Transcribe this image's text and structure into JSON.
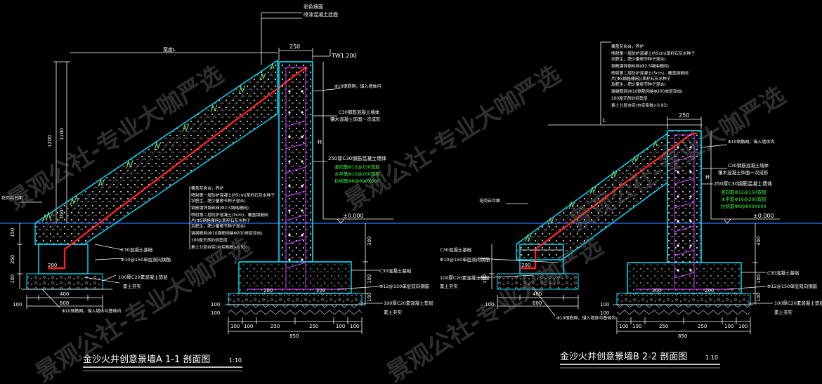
{
  "colors": {
    "background": "#000000",
    "structure": "#00e5ff",
    "rebar_main": "#ff2020",
    "rebar_stirrup": "#d040ff",
    "annotation": "#ffffff",
    "green_note": "#40ff40",
    "grass": "#7fe07f",
    "ground_line": "#2e74ff",
    "watermark": "#888888"
  },
  "watermark": "景观公社-专业大咖严选",
  "sectionA": {
    "title": "金沙火井创意景墙A 1-1 剖面图",
    "scale": "1:10",
    "top_notes": [
      "彩色镜面",
      "喷漆混凝土挂面"
    ],
    "dim_top": "250",
    "tw": "TW1.200",
    "dim_left_1200": "1200",
    "dim_left_1100": "1100",
    "dim_left_100": "100",
    "dim_slope_len": "宽度L",
    "label_slope_plant": "花岗岩台面",
    "note_phi10_top": "Φ10钢筋网，锚入墙体内",
    "note_c30_wall": [
      "C30钢筋混凝土墙体",
      "镶木混凝土饰面一次成形"
    ],
    "note_rebar_h": "H",
    "note_green": [
      "250厚C30钢筋混凝土墙体",
      "竖向筋Φ12@150双层",
      "水平筋Φ10@200双层",
      "拉结筋Φ8@600X600"
    ],
    "elev_000": "±0.000",
    "layers": [
      "覆盖花岗台，养护",
      "喷射第一层防护混凝土约5cm(草籽石灰水种子",
      "  农肥生，肥少量根节种子混合)",
      "钢筋镀锌钢丝网(Φ2.5钢格栅网)",
      "喷射第二层防护混凝土(5cm)，覆盖钢筋网",
      "片(Φ5钢格栅网)(草籽石灰水种子",
      "  及肥生，肥少量根节种子混合)",
      "锚钢筋网(Φ10钢筋网格Φ200单层双向)",
      "100厚天然砂砾垫层",
      "素土分层夯实(夯实系数>0.93)"
    ],
    "left_dim_150": "150",
    "left_dim_250": "250",
    "left_dim_100a": "100",
    "left_dim_100b": "100",
    "base_c30": "C30混凝土基础",
    "base_rebar": "Φ10@150单层双向钢筋",
    "base_c20": "100厚C20素混凝土垫层",
    "base_soil": "素土夯实",
    "dim_200_l": "200",
    "dim_400": "400",
    "dim_600": "600",
    "note_bottom": "Φ10钢筋网，锚入墙体与基础内",
    "right_300": "300",
    "right_100a": "100",
    "right_100b": "100",
    "right_c30": "C30混凝土基础",
    "right_rebar": "Φ12@150单层双向钢筋",
    "right_c20": "100厚C20素混凝土垫层",
    "right_soil": "素土夯实",
    "dim_200a": "200",
    "dim_200b": "200",
    "bot_dims": [
      "100",
      "100",
      "250",
      "250",
      "100",
      "100"
    ],
    "bot_850": "850",
    "dim_100_left": "100",
    "dim_100_right": "100"
  },
  "sectionB": {
    "title": "金沙火井创意景墙B 2-2 剖面图",
    "scale": "1:10",
    "dim_top": "250",
    "label_L": "L",
    "layers": [
      "覆盖花岗台，养护",
      "喷射第一层防护混凝土约5cm(草籽石灰水种子",
      "  农肥生，肥少量根节种子混合)",
      "钢筋镀锌钢丝网(Φ2.5钢格栅网)",
      "喷射第二层防护混凝土(5cm)，覆盖钢筋网",
      "片(Φ5钢格栅网)(草籽石灰水种子",
      "  及肥生，肥少量根节种子混合)",
      "锚钢筋网(Φ10钢筋网格Φ200单层双向)",
      "100厚天然砂砾垫层",
      "素土分层夯实(夯实系数>0.93)"
    ],
    "note_phi10_top": "Φ10钢筋网，锚入墙体内",
    "note_c30_wall": [
      "C30钢筋混凝土墙体",
      "镶木混凝土饰面一次成形"
    ],
    "note_rebar_h": "H",
    "note_green": [
      "250厚C30钢筋混凝土墙体",
      "竖向筋Φ12@150双层",
      "水平筋Φ10@200双层",
      "拉结筋Φ8@600X600"
    ],
    "elev_000": "±0.000",
    "label_slope_plant": "花岗岩台面",
    "base_c30": "C30混凝土基础",
    "base_rebar": "Φ10@150单层双向钢筋",
    "base_c20": "100厚C20素混凝土垫层",
    "base_soil": "素土夯实",
    "right_300": "300",
    "right_100a": "100",
    "right_100b": "100",
    "right_c30": "C30混凝土基础",
    "right_rebar": "Φ12@150单层双向钢筋",
    "right_c20": "100厚C20素混凝土垫层",
    "right_soil": "素土夯实",
    "dim_200l": "200",
    "dim_200a": "200",
    "dim_200b": "200",
    "dim_400": "400",
    "dim_600": "600",
    "left_dim_100a": "100",
    "left_dim_100b": "100",
    "dim_100_left": "100",
    "dim_100_right": "100",
    "note_bottom": "Φ10钢筋网，锚入墙体与基础内",
    "bot_dims": [
      "100",
      "100",
      "250",
      "250",
      "100",
      "100"
    ],
    "bot_850": "850"
  }
}
